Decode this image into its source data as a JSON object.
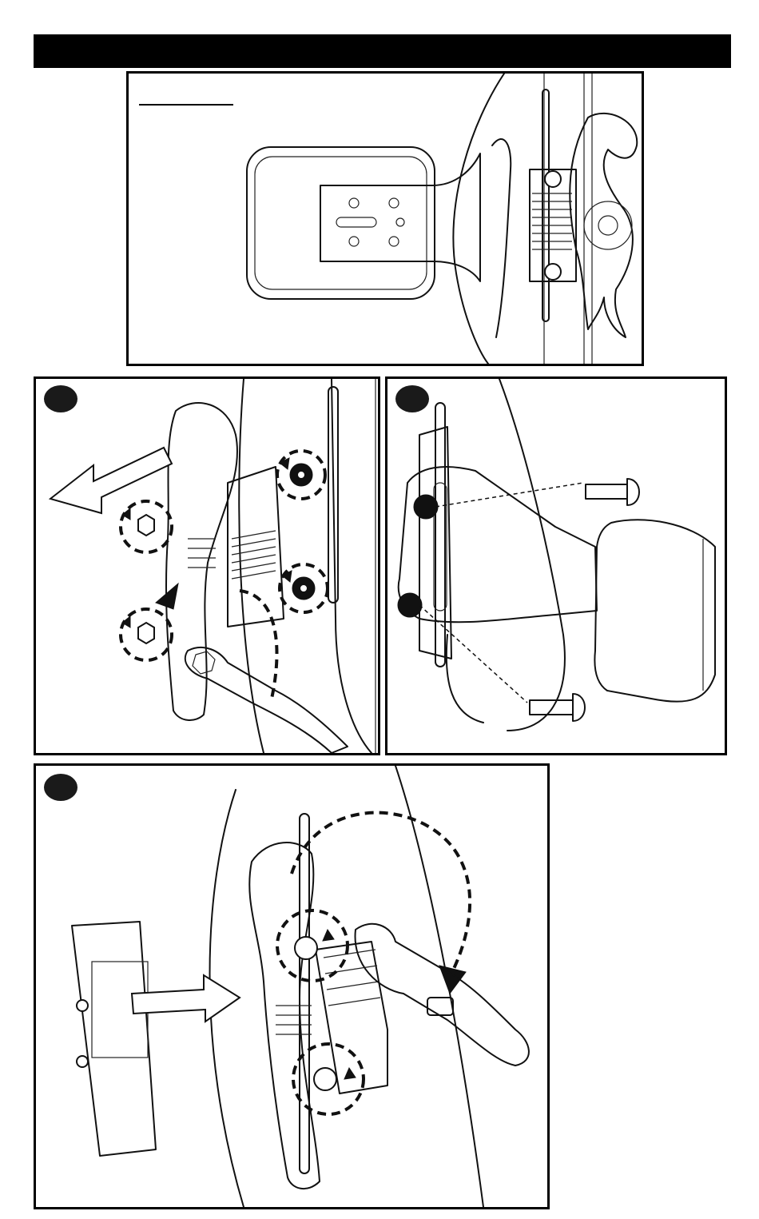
{
  "header": {
    "title": ""
  },
  "panels": [
    {
      "id": "overview",
      "label": ""
    },
    {
      "id": "step-1",
      "step": ""
    },
    {
      "id": "step-2",
      "step": ""
    },
    {
      "id": "step-3",
      "step": ""
    }
  ]
}
